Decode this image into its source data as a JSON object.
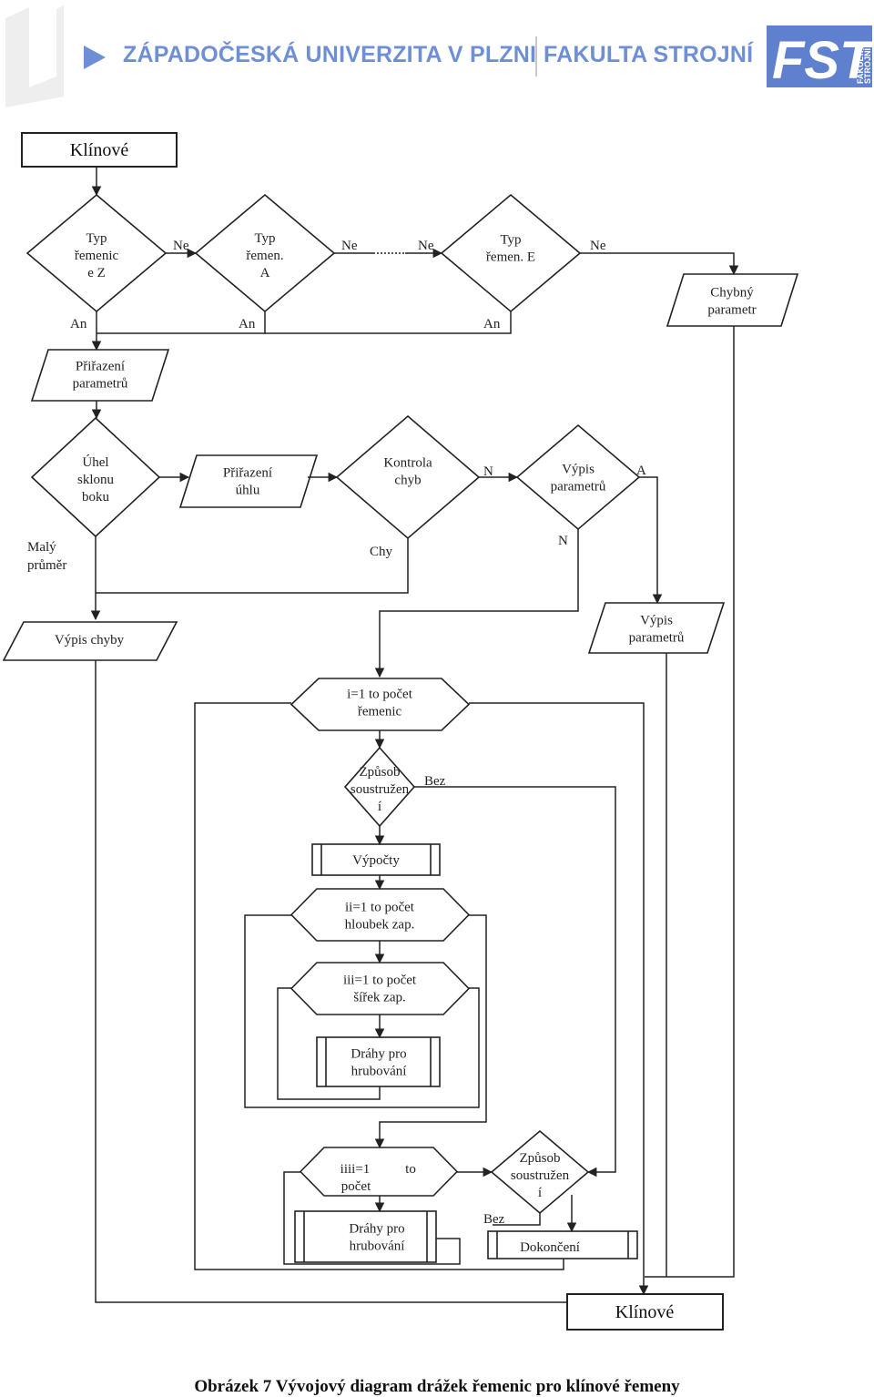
{
  "header": {
    "university": "ZÁPADOČESKÁ UNIVERZITA V PLZNI",
    "faculty": "FAKULTA STROJNÍ",
    "logo_text": "FST",
    "logo_small": [
      "FAKULTA",
      "STROJNÍ"
    ]
  },
  "nodes": {
    "start": "Klínové",
    "d_z": [
      "Typ",
      "řemenic",
      "e Z"
    ],
    "d_a": [
      "Typ",
      "řemen.",
      "A"
    ],
    "d_e": [
      "Typ",
      "řemen. E"
    ],
    "chybny": [
      "Chybný",
      "parametr"
    ],
    "prirazeni_par": [
      "Přiřazení",
      "parametrů"
    ],
    "uhel": [
      "Úhel",
      "sklonu",
      "boku"
    ],
    "prirazeni_uhlu": [
      "Přiřazení",
      "úhlu"
    ],
    "kontrola": [
      "Kontrola",
      "chyb"
    ],
    "vypis_dec": [
      "Výpis",
      "parametrů"
    ],
    "vypis_chyby": "Výpis chyby",
    "vypis_par": [
      "Výpis",
      "parametrů"
    ],
    "loop_i": [
      "i=1 to počet",
      "řemenic"
    ],
    "zpusob1": [
      "Způsob",
      "soustružen",
      "í"
    ],
    "vypocty": "Výpočty",
    "loop_ii": [
      "ii=1 to počet",
      "hloubek zap."
    ],
    "loop_iii": [
      "iii=1 to počet",
      "šířek zap."
    ],
    "drahy1": [
      "Dráhy pro",
      "hrubování"
    ],
    "loop_iiii": [
      "iiii=1",
      "to",
      "počet"
    ],
    "zpusob2": [
      "Způsob",
      "soustružen",
      "í"
    ],
    "drahy2": [
      "Dráhy pro",
      "hrubování"
    ],
    "dokonceni": "Dokončení",
    "end": "Klínové"
  },
  "edge_labels": {
    "ne1": "Ne",
    "ne2": "Ne",
    "ne3": "Ne",
    "ne4": "Ne",
    "an1": "An",
    "an2": "An",
    "an3": "An",
    "n1": "N",
    "a1": "A",
    "n2": "N",
    "maly": [
      "Malý",
      "průměr"
    ],
    "chy": "Chy",
    "bez1": "Bez",
    "bez2": "Bez"
  },
  "caption": "Obrázek 7 Vývojový diagram drážek řemenic pro  klínové řemeny"
}
